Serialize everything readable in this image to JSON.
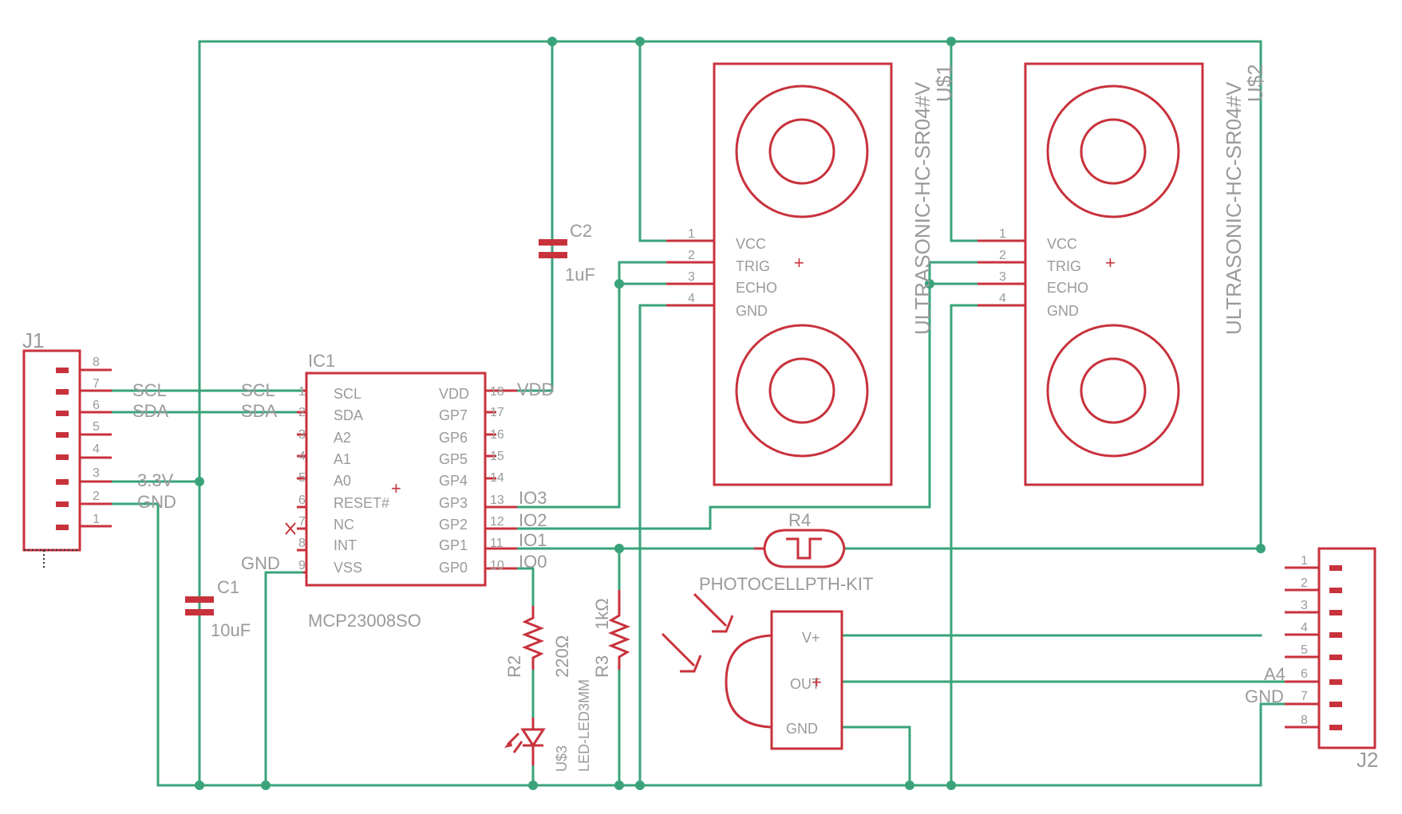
{
  "colors": {
    "wire": "#3aa37a",
    "part": "#c8323c",
    "label": "#9a9a9a"
  },
  "j1": {
    "name": "J1",
    "pins": [
      "8",
      "7",
      "6",
      "5",
      "4",
      "3",
      "2",
      "1"
    ],
    "net_scl": "SCL",
    "net_sda": "SDA",
    "net_33v": "3.3V",
    "net_gnd": "GND"
  },
  "c1": {
    "name": "C1",
    "value": "10uF"
  },
  "c2": {
    "name": "C2",
    "value": "1uF"
  },
  "ic1": {
    "name": "IC1",
    "value": "MCP23008SO",
    "left_pins": [
      "SCL",
      "SDA",
      "A2",
      "A1",
      "A0",
      "RESET#",
      "NC",
      "INT",
      "VSS"
    ],
    "left_nums": [
      "1",
      "2",
      "3",
      "4",
      "5",
      "6",
      "7",
      "8",
      "9"
    ],
    "right_pins": [
      "VDD",
      "GP7",
      "GP6",
      "GP5",
      "GP4",
      "GP3",
      "GP2",
      "GP1",
      "GP0"
    ],
    "right_nums": [
      "18",
      "17",
      "16",
      "15",
      "14",
      "13",
      "12",
      "11",
      "10"
    ],
    "net_scl": "SCL",
    "net_sda": "SDA",
    "net_gnd": "GND",
    "net_vdd": "VDD",
    "net_io3": "IO3",
    "net_io2": "IO2",
    "net_io1": "IO1",
    "net_io0": "IO0"
  },
  "us1": {
    "name": "U$1",
    "value": "ULTRASONIC-HC-SR04#V",
    "pins": [
      "VCC",
      "TRIG",
      "ECHO",
      "GND"
    ],
    "nums": [
      "1",
      "2",
      "3",
      "4"
    ]
  },
  "us2": {
    "name": "U$2",
    "value": "ULTRASONIC-HC-SR04#V",
    "pins": [
      "VCC",
      "TRIG",
      "ECHO",
      "GND"
    ],
    "nums": [
      "1",
      "2",
      "3",
      "4"
    ]
  },
  "r4": {
    "name": "R4",
    "value": "PHOTOCELLPTH-KIT"
  },
  "r2": {
    "name": "R2",
    "value": "220Ω"
  },
  "r3": {
    "name": "R3",
    "value": "1kΩ"
  },
  "led": {
    "name": "U$3",
    "value": "LED-LED3MM"
  },
  "ir": {
    "pins": [
      "V+",
      "OUT",
      "GND"
    ]
  },
  "j2": {
    "name": "J2",
    "pins": [
      "1",
      "2",
      "3",
      "4",
      "5",
      "6",
      "7",
      "8"
    ],
    "net_a4": "A4",
    "net_gnd": "GND"
  }
}
